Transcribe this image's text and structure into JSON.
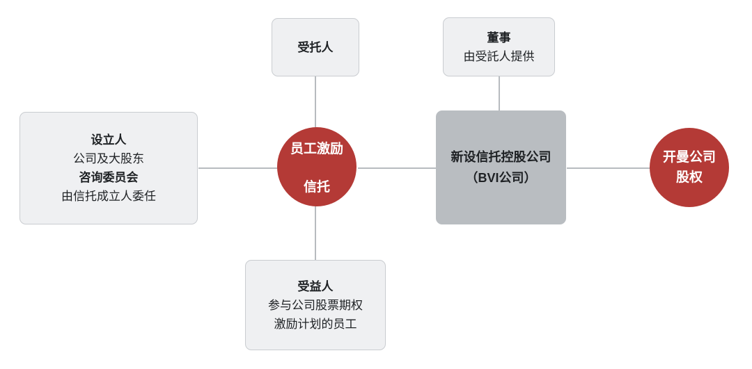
{
  "colors": {
    "accent_red": "#b43a36",
    "box_light_bg": "#eff0f2",
    "box_light_border": "#c9ccd0",
    "box_gray_bg": "#b9bdc1",
    "connector_line": "#b7bbbf",
    "text_dark": "#1e2124",
    "text_on_red": "#ffffff"
  },
  "nodes": {
    "trustee": {
      "title": "受托人"
    },
    "director": {
      "title": "董事",
      "subtitle": "由受託人提供"
    },
    "settlor": {
      "lines": [
        "设立人",
        "公司及大股东",
        "咨询委员会",
        "由信托成立人委任"
      ]
    },
    "trust": {
      "lines": [
        "员工激励",
        "信托"
      ]
    },
    "bvi": {
      "lines": [
        "新设信托控股公司",
        "（BVI公司）"
      ]
    },
    "cayman": {
      "lines": [
        "开曼公司",
        "股权"
      ]
    },
    "beneficiary": {
      "title": "受益人",
      "lines": [
        "参与公司股票期权",
        "激励计划的员工"
      ]
    }
  },
  "edges": [
    {
      "from": "trustee",
      "to": "trust"
    },
    {
      "from": "settlor",
      "to": "trust"
    },
    {
      "from": "trust",
      "to": "beneficiary"
    },
    {
      "from": "trust",
      "to": "bvi"
    },
    {
      "from": "director",
      "to": "bvi"
    },
    {
      "from": "bvi",
      "to": "cayman"
    }
  ]
}
